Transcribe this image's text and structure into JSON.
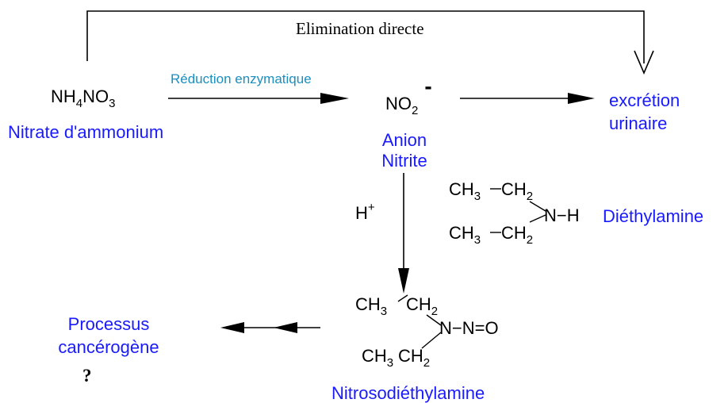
{
  "top_route": {
    "label": "Elimination directe"
  },
  "ammonium_nitrate": {
    "formula": {
      "a": "NH",
      "a_sub": "4",
      "b": "NO",
      "b_sub": "3"
    },
    "name": "Nitrate d'ammonium"
  },
  "reduction": {
    "label": "Réduction enzymatique"
  },
  "nitrite": {
    "formula": {
      "base": "NO",
      "sub": "2",
      "charge": "-"
    },
    "name_line1": "Anion",
    "name_line2": "Nitrite"
  },
  "excretion": {
    "line1": "excrétion",
    "line2": "urinaire"
  },
  "proton": {
    "base": "H",
    "charge": "+"
  },
  "diethylamine": {
    "ch3": "CH",
    "ch3_sub": "3",
    "ch2": "CH",
    "ch2_sub": "2",
    "nh": "N−H",
    "name": "Diéthylamine"
  },
  "nitrosamine": {
    "ch3": "CH",
    "ch3_sub": "3",
    "ch2": "CH",
    "ch2_sub": "2",
    "nno": "N−N=O",
    "name": "Nitrosodiéthylamine"
  },
  "cancer": {
    "line1": "Processus",
    "line2": "cancérogène",
    "question": "?"
  },
  "colors": {
    "label_blue": "#1a1aff",
    "reaction_teal": "#1a8fbf",
    "line": "#000000"
  }
}
